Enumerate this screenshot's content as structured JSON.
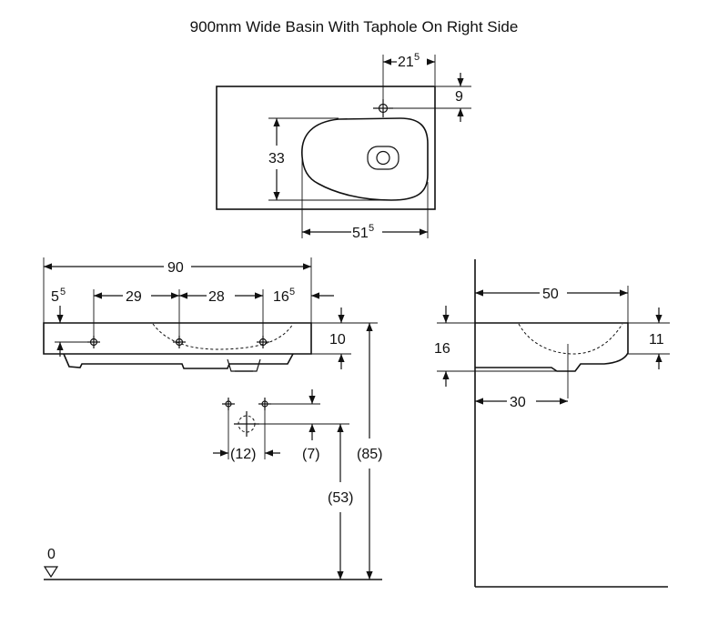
{
  "title": "900mm Wide Basin With Taphole On Right Side",
  "top_view": {
    "taphole_offset": "21",
    "taphole_offset_sup": "5",
    "taphole_depth": "9",
    "bowl_depth": "33",
    "bowl_width": "51",
    "bowl_width_sup": "5"
  },
  "front_view": {
    "overall_width": "90",
    "left_offset": "5",
    "left_offset_sup": "5",
    "spacing_1": "29",
    "spacing_2": "28",
    "right_offset": "16",
    "right_offset_sup": "5",
    "rim_height": "10",
    "fixing_spacing": "(12)",
    "fixing_height": "(7)",
    "waste_height": "(53)",
    "total_height": "(85)",
    "floor_label": "0"
  },
  "side_view": {
    "depth": "50",
    "height": "16",
    "rim_height": "11",
    "waste_offset": "30"
  }
}
